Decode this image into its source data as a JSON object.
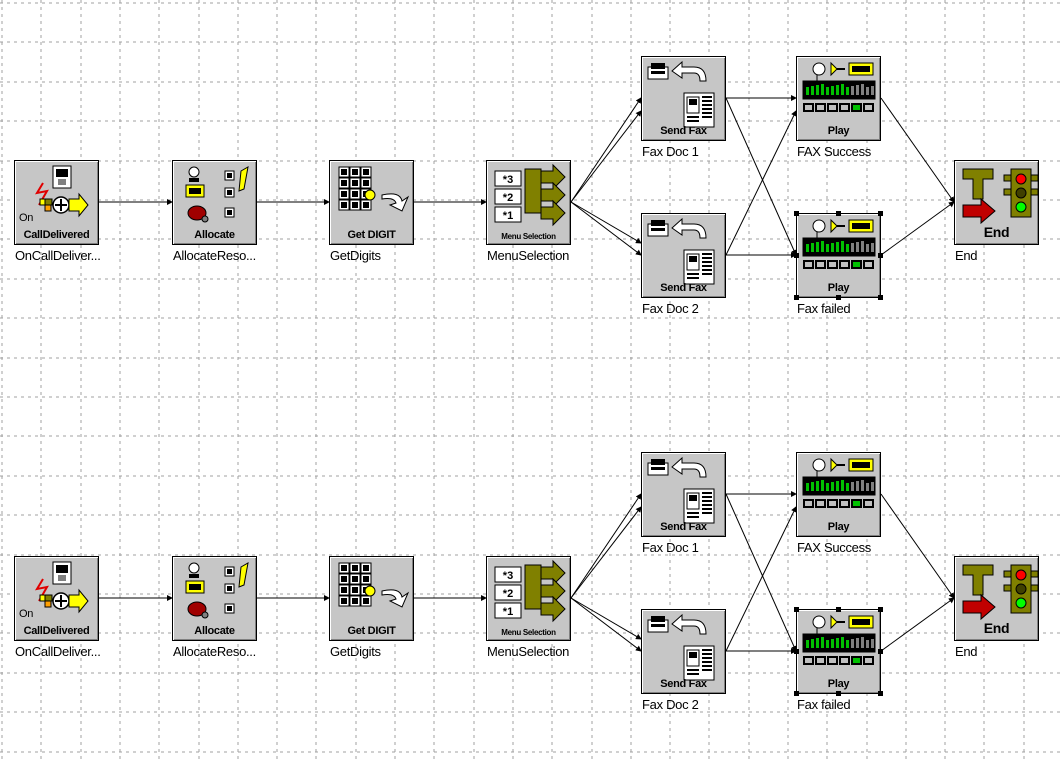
{
  "flows": [
    {
      "id": "flow-1",
      "nodes": {
        "on_call": {
          "caption_top": "On",
          "caption": "CallDelivered",
          "label": "OnCallDeliver..."
        },
        "allocate": {
          "caption": "Allocate",
          "label": "AllocateReso..."
        },
        "get_digits": {
          "caption": "Get  DIGIT",
          "label": "GetDigits"
        },
        "menu": {
          "caption": "Menu Selection",
          "label": "MenuSelection",
          "keys": [
            "*3",
            "*2",
            "*1"
          ]
        },
        "fax1": {
          "caption": "Send Fax",
          "label": "Fax Doc 1"
        },
        "fax2": {
          "caption": "Send Fax",
          "label": "Fax Doc 2"
        },
        "play_success": {
          "caption": "Play",
          "label": "FAX Success"
        },
        "play_failed": {
          "caption": "Play",
          "label": "Fax failed"
        },
        "end": {
          "caption": "End",
          "label": "End"
        }
      }
    },
    {
      "id": "flow-2",
      "nodes": {
        "on_call": {
          "caption_top": "On",
          "caption": "CallDelivered",
          "label": "OnCallDeliver..."
        },
        "allocate": {
          "caption": "Allocate",
          "label": "AllocateReso..."
        },
        "get_digits": {
          "caption": "Get  DIGIT",
          "label": "GetDigits"
        },
        "menu": {
          "caption": "Menu Selection",
          "label": "MenuSelection",
          "keys": [
            "*3",
            "*2",
            "*1"
          ]
        },
        "fax1": {
          "caption": "Send Fax",
          "label": "Fax Doc 1"
        },
        "fax2": {
          "caption": "Send Fax",
          "label": "Fax Doc 2"
        },
        "play_success": {
          "caption": "Play",
          "label": "FAX Success"
        },
        "play_failed": {
          "caption": "Play",
          "label": "Fax failed"
        },
        "end": {
          "caption": "End",
          "label": "End"
        }
      }
    }
  ],
  "selected_node": "play_failed",
  "colors": {
    "node_bg": "#c6c6c6",
    "arrow_yellow": "#ffff00",
    "menu_olive": "#808000",
    "end_red": "#c00000",
    "led_green": "#00c000"
  }
}
